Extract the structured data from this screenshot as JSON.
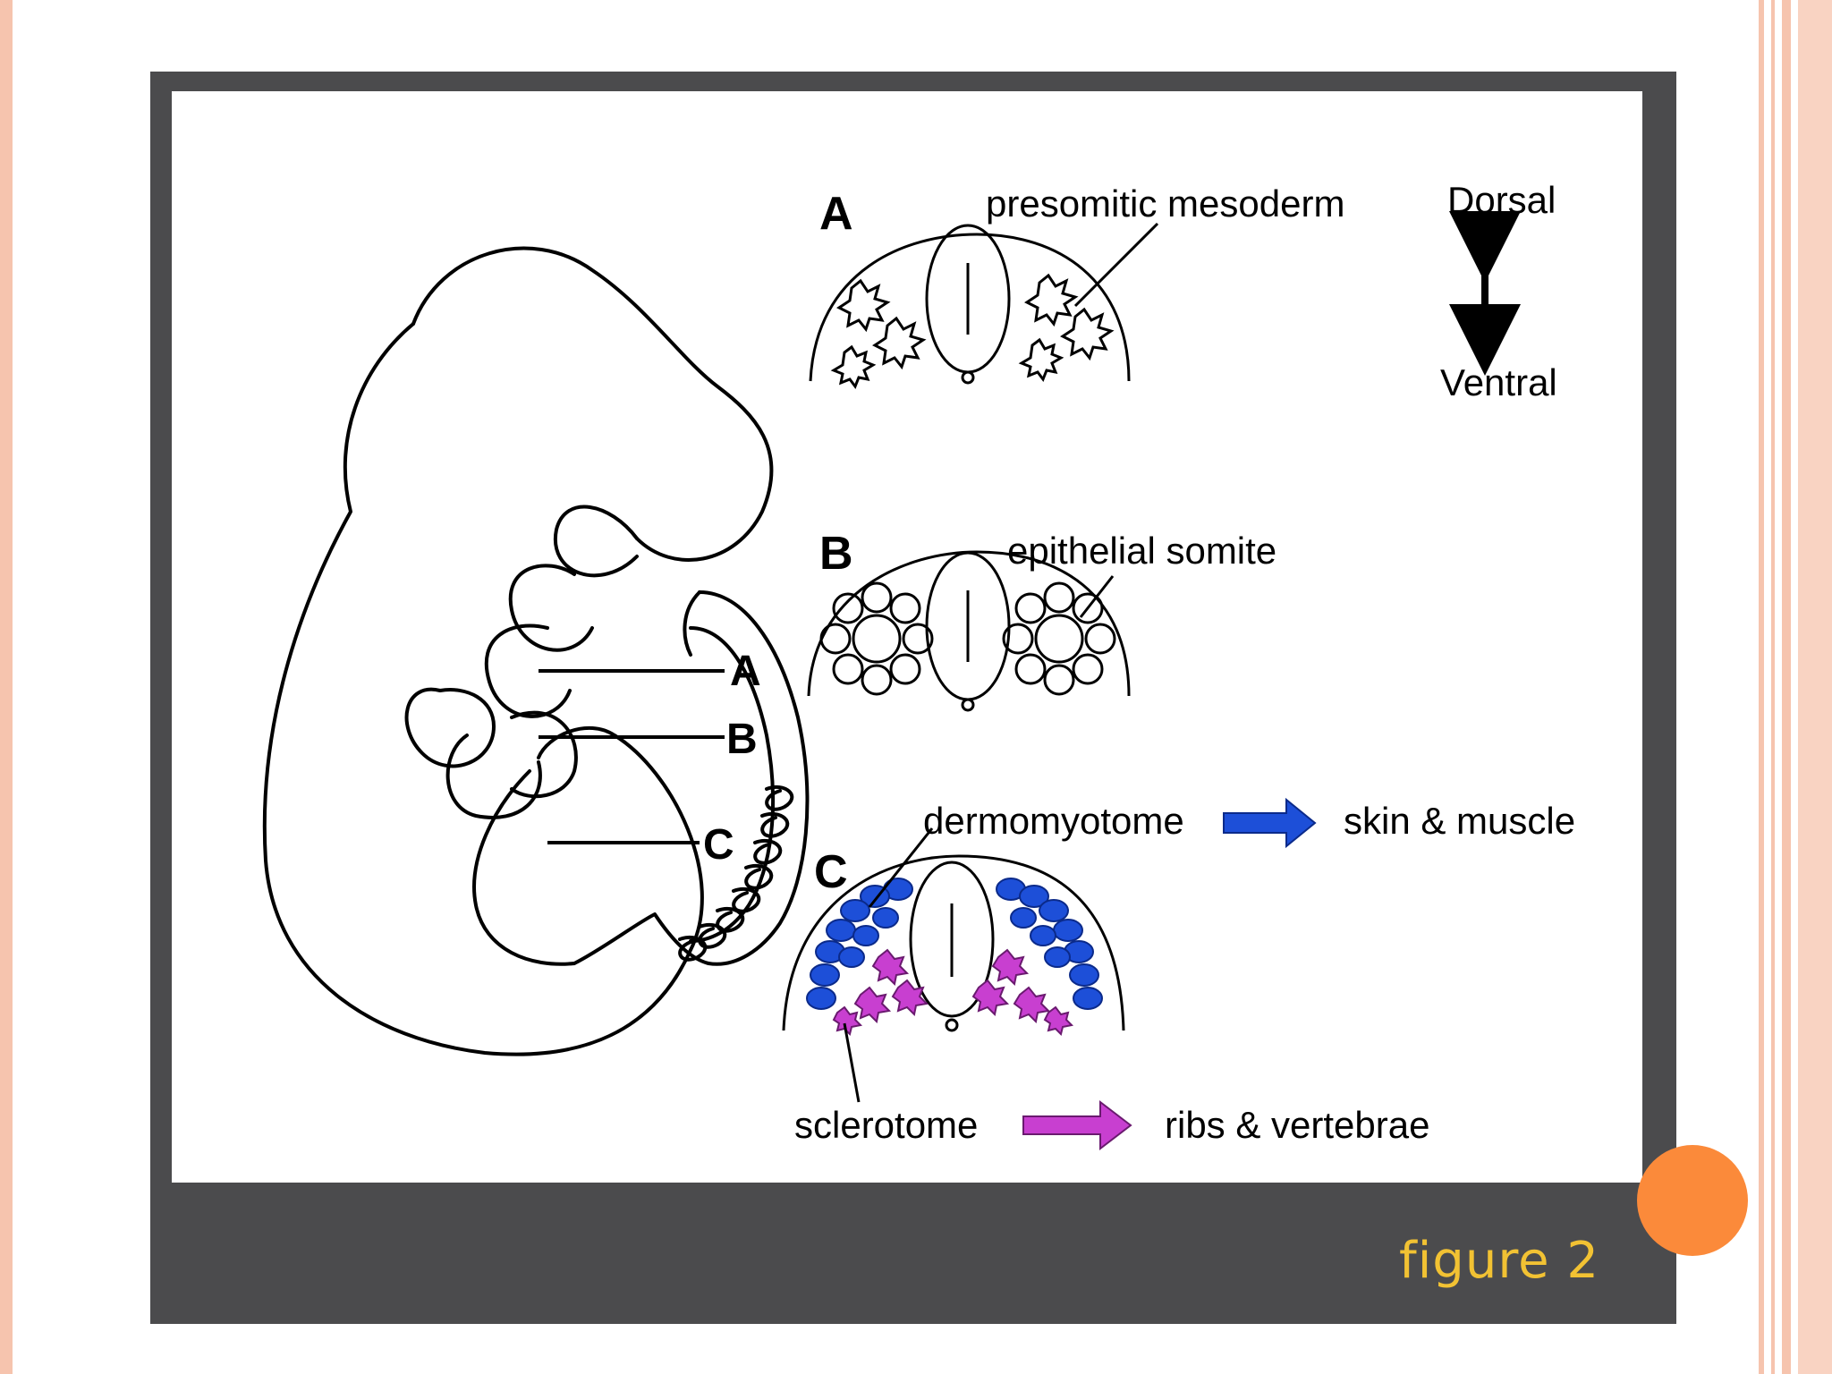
{
  "colors": {
    "frame": "#4b4b4d",
    "canvas": "#ffffff",
    "caption": "#f2c233",
    "accent_dot": "#fb8a3a",
    "slide_border": "#f6c4ae",
    "dermomyotome": "#1d4fd8",
    "sclerotome": "#c83fd0"
  },
  "figure": {
    "caption": "figure 2",
    "embryo_labels": {
      "a": "A",
      "b": "B",
      "c": "C"
    },
    "panel_a": {
      "letter": "A",
      "label": "presomitic mesoderm"
    },
    "panel_b": {
      "letter": "B",
      "label": "epithelial somite"
    },
    "panel_c": {
      "letter": "C",
      "dermomyotome_label": "dermomyotome",
      "dermomyotome_fate": "skin & muscle",
      "sclerotome_label": "sclerotome",
      "sclerotome_fate": "ribs & vertebrae"
    },
    "axis": {
      "top": "Dorsal",
      "bottom": "Ventral"
    }
  }
}
